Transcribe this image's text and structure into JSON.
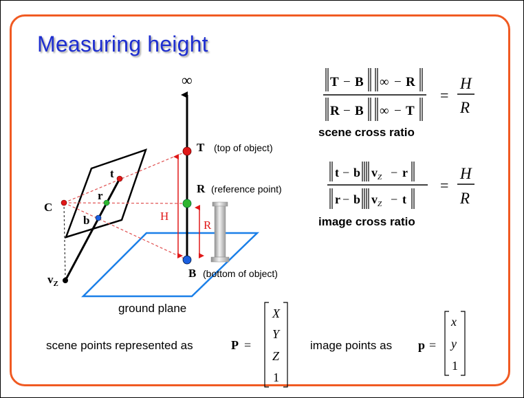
{
  "slide": {
    "title": "Measuring height",
    "infinity_label": "∞",
    "labels": {
      "T": "T",
      "T_desc": "(top of object)",
      "R": "R",
      "R_desc": "(reference point)",
      "B": "B",
      "B_desc": "(bottom of object)",
      "C": "C",
      "t": "t",
      "r": "r",
      "b": "b",
      "vz_v": "v",
      "vz_sub": "Z",
      "H": "H",
      "Rh": "R",
      "ground_plane": "ground plane"
    },
    "formulas": {
      "scene_caption": "scene cross ratio",
      "image_caption": "image cross ratio",
      "scene_points_text": "scene points represented as",
      "image_points_text": "image points as",
      "P": "P",
      "p": "p",
      "equals": "=",
      "H": "H",
      "R": "R",
      "T": "T",
      "B": "B",
      "minus": "−",
      "inf": "∞",
      "t": "t",
      "b": "b",
      "r": "r",
      "v": "v",
      "Z": "Z",
      "P_vec": [
        "X",
        "Y",
        "Z",
        "1"
      ],
      "p_vec": [
        "x",
        "y",
        "1"
      ]
    },
    "colors": {
      "title": "#1f2fd0",
      "border": "#f05a22",
      "point_T": "#e01818",
      "point_R": "#2fb52f",
      "point_B": "#1a5fe0",
      "plane": "#1a7fe8",
      "arrow": "#e01818"
    }
  }
}
